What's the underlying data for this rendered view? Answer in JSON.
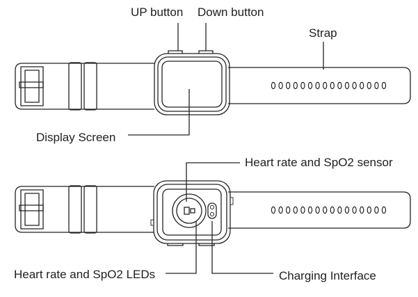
{
  "labels": {
    "up_button": "UP button",
    "down_button": "Down button",
    "strap": "Strap",
    "display_screen": "Display Screen",
    "hr_sensor": "Heart rate and SpO2 sensor",
    "hr_leds": "Heart rate and SpO2 LEDs",
    "charging_interface": "Charging Interface"
  },
  "strap_holes": 16
}
